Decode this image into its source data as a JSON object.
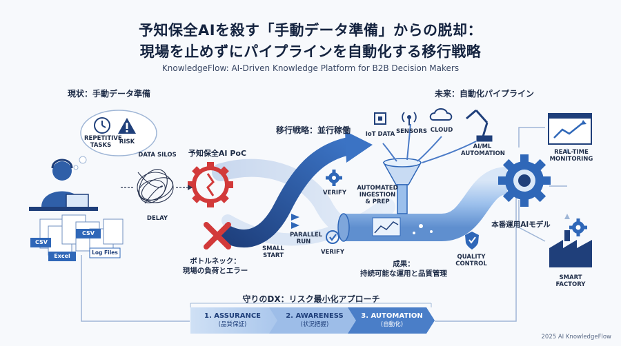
{
  "header": {
    "title_line1": "予知保全AIを殺す「手動データ準備」からの脱却：",
    "title_line2": "現場を止めずにパイプラインを自動化する移行戦略",
    "subtitle": "KnowledgeFlow: AI-Driven Knowledge Platform for B2B Decision Makers"
  },
  "left": {
    "heading": "現状：手動データ準備",
    "repetitive": "REPETITIVE TASKS",
    "risk": "RISK",
    "data_silos": "DATA SILOS",
    "delay": "DELAY",
    "files": {
      "csv1": "CSV",
      "csv2": "CSV",
      "excel": "Excel",
      "logs": "Log Files"
    }
  },
  "middle": {
    "poc": "予知保全AI PoC",
    "strategy": "移行戦略：並行稼働",
    "verify_top": "VERIFY",
    "verify_bottom": "VERIFY",
    "parallel_run": "PARALLEL RUN",
    "small_start": "SMALL START",
    "bottleneck_line1": "ボトルネック：",
    "bottleneck_line2": "現場の負荷とエラー"
  },
  "right": {
    "heading": "未来：自動化パイプライン",
    "iot": "IoT DATA",
    "sensors": "SENSORS",
    "cloud": "CLOUD",
    "aiml": "AI/ML AUTOMATION",
    "ingestion": "AUTOMATED INGESTION & PREP",
    "quality": "QUALITY CONTROL",
    "outcome_line1": "成果：",
    "outcome_line2": "持続可能な運用と品質管理",
    "prod_model": "本番運用AIモデル",
    "monitoring": "REAL-TIME MONITORING",
    "factory": "SMART FACTORY"
  },
  "footer": {
    "approach": "守りのDX：リスク最小化アプローチ",
    "stages": [
      {
        "label": "1. ASSURANCE",
        "sub": "(品質保証)"
      },
      {
        "label": "2. AWARENESS",
        "sub": "(状況把握)"
      },
      {
        "label": "3. AUTOMATION",
        "sub": "(自動化)"
      }
    ],
    "copyright": "2025 AI KnowledgeFlow"
  },
  "colors": {
    "navy": "#1f3f7a",
    "blue": "#2f67b8",
    "light_blue": "#8fb4e3",
    "red": "#d23a3a",
    "ink": "#1d2b45"
  }
}
